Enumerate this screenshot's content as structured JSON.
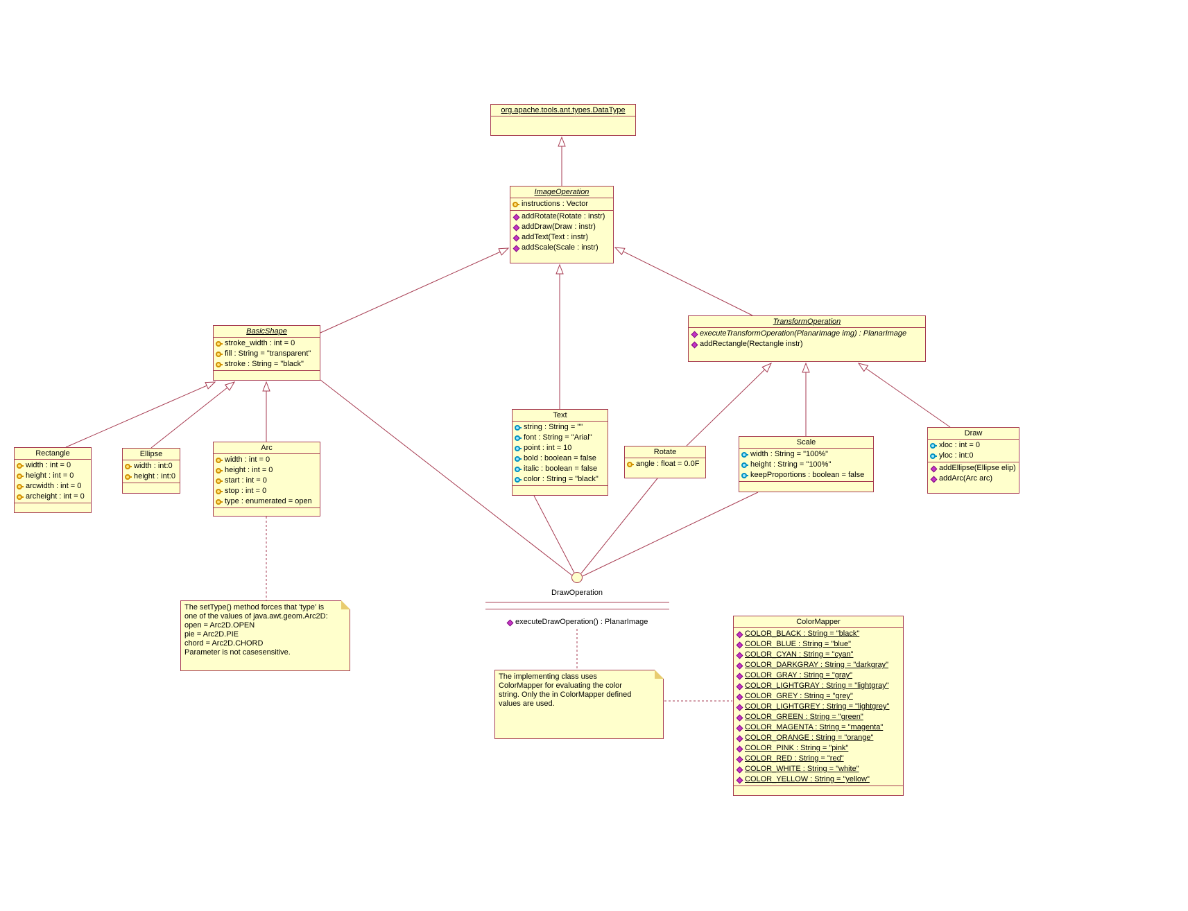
{
  "colors": {
    "background": "#FFFFFF",
    "node_fill": "#FFFFCC",
    "node_border": "#A63A50",
    "public_method_icon": "#C535C5",
    "protected_attr_icon": "#D09000",
    "private_attr_icon": "#0090C0"
  },
  "classes": {
    "datatype": {
      "name": "org.apache.tools.ant.types.DataType"
    },
    "image_operation": {
      "name": "ImageOperation",
      "attrs": [
        {
          "icon": "protected-key",
          "text": "instructions : Vector"
        }
      ],
      "methods": [
        {
          "icon": "public-diamond",
          "text": "addRotate(Rotate : instr)"
        },
        {
          "icon": "public-diamond",
          "text": "addDraw(Draw : instr)"
        },
        {
          "icon": "public-diamond",
          "text": "addText(Text : instr)"
        },
        {
          "icon": "public-diamond",
          "text": "addScale(Scale : instr)"
        }
      ]
    },
    "basic_shape": {
      "name": "BasicShape",
      "attrs": [
        {
          "icon": "protected-key",
          "text": "stroke_width : int = 0"
        },
        {
          "icon": "protected-key",
          "text": "fill : String = \"transparent\""
        },
        {
          "icon": "protected-key",
          "text": "stroke : String = \"black\""
        }
      ]
    },
    "transform_operation": {
      "name": "TransformOperation",
      "methods": [
        {
          "icon": "public-diamond",
          "cls": "i",
          "text": "executeTransformOperation(PlanarImage img) : PlanarImage"
        },
        {
          "icon": "public-diamond",
          "text": "addRectangle(Rectangle instr)"
        }
      ]
    },
    "rectangle": {
      "name": "Rectangle",
      "attrs": [
        {
          "icon": "protected-key",
          "text": "width : int = 0"
        },
        {
          "icon": "protected-key",
          "text": "height : int = 0"
        },
        {
          "icon": "protected-key",
          "text": "arcwidth : int = 0"
        },
        {
          "icon": "protected-key",
          "text": "archeight : int = 0"
        }
      ]
    },
    "ellipse": {
      "name": "Ellipse",
      "attrs": [
        {
          "icon": "protected-key",
          "text": "width : int:0"
        },
        {
          "icon": "protected-key",
          "text": "height : int:0"
        }
      ]
    },
    "arc": {
      "name": "Arc",
      "attrs": [
        {
          "icon": "protected-key",
          "text": "width : int = 0"
        },
        {
          "icon": "protected-key",
          "text": "height : int = 0"
        },
        {
          "icon": "protected-key",
          "text": "start : int = 0"
        },
        {
          "icon": "protected-key",
          "text": "stop : int = 0"
        },
        {
          "icon": "protected-key",
          "text": "type : enumerated = open"
        }
      ]
    },
    "text": {
      "name": "Text",
      "attrs": [
        {
          "icon": "private-key",
          "text": "string : String = \"\""
        },
        {
          "icon": "private-key",
          "text": "font : String = \"Arial\""
        },
        {
          "icon": "private-key",
          "text": "point : int = 10"
        },
        {
          "icon": "private-key",
          "text": "bold : boolean = false"
        },
        {
          "icon": "private-key",
          "text": "italic : boolean = false"
        },
        {
          "icon": "private-key",
          "text": "color : String = \"black\""
        }
      ]
    },
    "rotate": {
      "name": "Rotate",
      "attrs": [
        {
          "icon": "protected-key",
          "text": "angle : float = 0.0F"
        }
      ]
    },
    "scale": {
      "name": "Scale",
      "attrs": [
        {
          "icon": "private-key",
          "text": "width : String = \"100%\""
        },
        {
          "icon": "private-key",
          "text": "height : String = \"100%\""
        },
        {
          "icon": "private-key",
          "text": "keepProportions : boolean = false"
        }
      ]
    },
    "draw": {
      "name": "Draw",
      "attrs": [
        {
          "icon": "private-key",
          "text": "xloc : int = 0"
        },
        {
          "icon": "private-key",
          "text": "yloc : int:0"
        }
      ],
      "methods": [
        {
          "icon": "public-diamond",
          "text": "addEllipse(Ellipse elip)"
        },
        {
          "icon": "public-diamond",
          "text": "addArc(Arc arc)"
        }
      ]
    },
    "color_mapper": {
      "name": "ColorMapper",
      "attrs": [
        {
          "icon": "public-diamond",
          "cls": "u",
          "text": "COLOR_BLACK : String = \"black\""
        },
        {
          "icon": "public-diamond",
          "cls": "u",
          "text": "COLOR_BLUE : String = \"blue\""
        },
        {
          "icon": "public-diamond",
          "cls": "u",
          "text": "COLOR_CYAN : String = \"cyan\""
        },
        {
          "icon": "public-diamond",
          "cls": "u",
          "text": "COLOR_DARKGRAY : String = \"darkgray\""
        },
        {
          "icon": "public-diamond",
          "cls": "u",
          "text": "COLOR_GRAY : String = \"gray\""
        },
        {
          "icon": "public-diamond",
          "cls": "u",
          "text": "COLOR_LIGHTGRAY : String = \"lightgray\""
        },
        {
          "icon": "public-diamond",
          "cls": "u",
          "text": "COLOR_GREY : String = \"grey\""
        },
        {
          "icon": "public-diamond",
          "cls": "u",
          "text": "COLOR_LIGHTGREY : String = \"lightgrey\""
        },
        {
          "icon": "public-diamond",
          "cls": "u",
          "text": "COLOR_GREEN : String = \"green\""
        },
        {
          "icon": "public-diamond",
          "cls": "u",
          "text": "COLOR_MAGENTA : String = \"magenta\""
        },
        {
          "icon": "public-diamond",
          "cls": "u",
          "text": "COLOR_ORANGE : String = \"orange\""
        },
        {
          "icon": "public-diamond",
          "cls": "u",
          "text": "COLOR_PINK : String = \"pink\""
        },
        {
          "icon": "public-diamond",
          "cls": "u",
          "text": "COLOR_RED : String = \"red\""
        },
        {
          "icon": "public-diamond",
          "cls": "u",
          "text": "COLOR_WHITE : String = \"white\""
        },
        {
          "icon": "public-diamond",
          "cls": "u",
          "text": "COLOR_YELLOW : String = \"yellow\""
        }
      ]
    }
  },
  "interface_lollipop": {
    "name": "DrawOperation",
    "method": {
      "icon": "public-diamond",
      "text": "executeDrawOperation() : PlanarImage"
    }
  },
  "notes": {
    "arc_type_note": {
      "lines": [
        "The setType() method forces that 'type' is",
        "one of the values of java.awt.geom.Arc2D:",
        "open = Arc2D.OPEN",
        "pie = Arc2D.PIE",
        "chord = Arc2D.CHORD",
        "Parameter is not casesensitive."
      ]
    },
    "color_mapper_note": {
      "lines": [
        "The implementing class uses",
        "ColorMapper for evaluating the color",
        "string. Only the in ColorMapper defined",
        "values are used."
      ]
    }
  }
}
